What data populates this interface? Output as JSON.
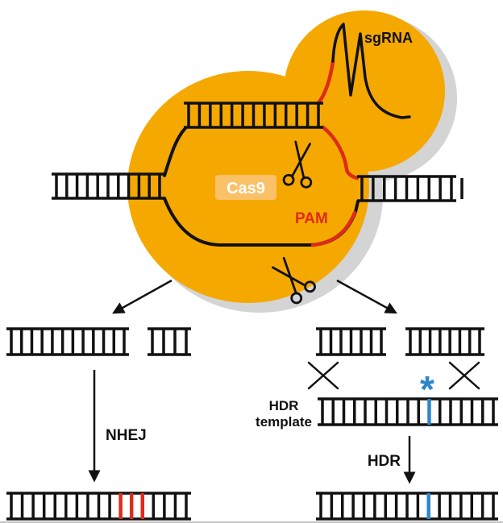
{
  "labels": {
    "sgrna": "sgRNA",
    "cas9": "Cas9",
    "pam": "PAM",
    "nhej": "NHEJ",
    "hdr_template_line1": "HDR",
    "hdr_template_line2": "template",
    "hdr_arrow": "HDR",
    "edit_marker": "*"
  },
  "colors": {
    "protein_body": "#F5A800",
    "protein_shadow": "#D4D4D4",
    "dna_black": "#111111",
    "pam_red": "#DD2B1C",
    "edit_blue": "#2E86C8",
    "cas9_label_bg": "#FAC168",
    "cas9_label_text": "#FFFFFF",
    "background": "#FFFFFF"
  }
}
